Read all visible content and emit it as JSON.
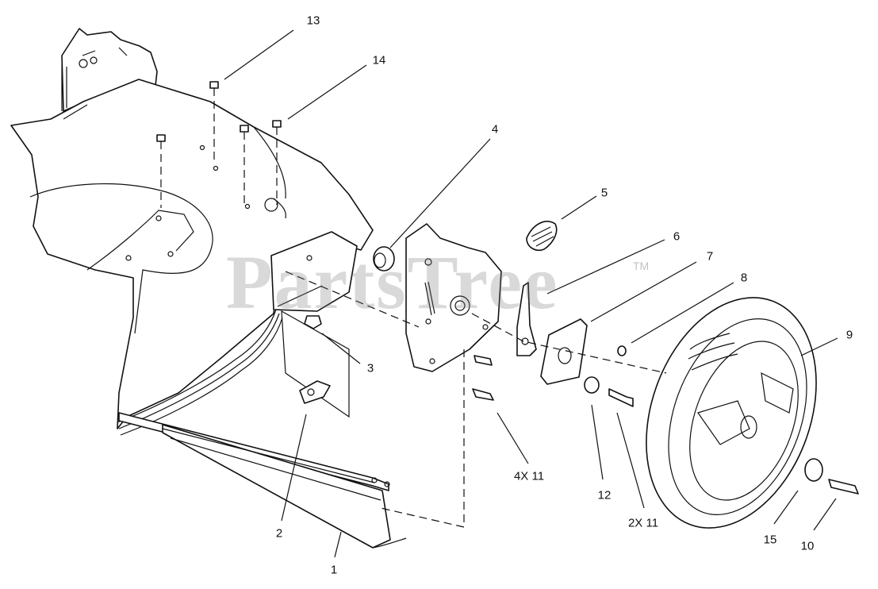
{
  "watermark": {
    "text": "PartsTree",
    "trademark": "TM"
  },
  "callouts": [
    {
      "id": "13",
      "text": "13"
    },
    {
      "id": "14",
      "text": "14"
    },
    {
      "id": "4",
      "text": "4"
    },
    {
      "id": "5",
      "text": "5"
    },
    {
      "id": "6",
      "text": "6"
    },
    {
      "id": "7",
      "text": "7"
    },
    {
      "id": "8",
      "text": "8"
    },
    {
      "id": "9",
      "text": "9"
    },
    {
      "id": "3",
      "text": "3"
    },
    {
      "id": "4x11",
      "text": "4X 11"
    },
    {
      "id": "12",
      "text": "12"
    },
    {
      "id": "2x11",
      "text": "2X 11"
    },
    {
      "id": "2",
      "text": "2"
    },
    {
      "id": "1",
      "text": "1"
    },
    {
      "id": "15",
      "text": "15"
    },
    {
      "id": "10",
      "text": "10"
    }
  ]
}
